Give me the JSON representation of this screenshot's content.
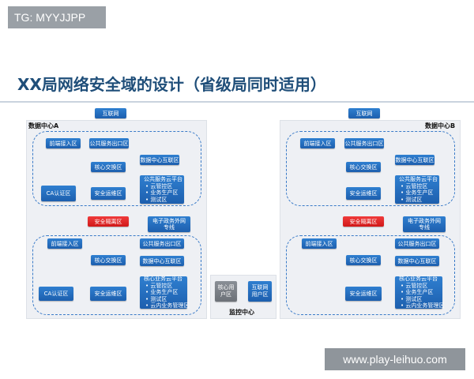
{
  "tag_label": "TG: MYYJJPP",
  "title": "XX局网络安全域的设计（省级局同时适用）",
  "internet_label": "互联网",
  "left": {
    "name": "数据中心A",
    "top_zone": {
      "front": "前端接入区",
      "public_exit": "公共服务出口区",
      "core_switch": "核心交换区",
      "dc_interconnect": "数据中心互联区",
      "ca": "CA认证区",
      "security_ops": "安全运维区",
      "cloud_title": "公共服务云平台",
      "cloud_items": [
        "云管控区",
        "业务生产区",
        "测试区"
      ]
    },
    "isolation": "安全隔离区",
    "egov_line1": "电子政务外网",
    "egov_line2": "专线",
    "bottom_zone": {
      "front": "前端接入区",
      "public_exit": "公共服务出口区",
      "core_switch": "核心交换区",
      "dc_interconnect": "数据中心互联区",
      "ca": "CA认证区",
      "security_ops": "安全运维区",
      "cloud_title": "核心业务云平台",
      "cloud_items": [
        "云管控区",
        "业务生产区",
        "测试区",
        "云内业务管理区"
      ]
    }
  },
  "right": {
    "name": "数据中心B",
    "top_zone": {
      "front": "前端接入区",
      "public_exit": "公共服务出口区",
      "core_switch": "核心交换区",
      "dc_interconnect": "数据中心互联区",
      "security_ops": "安全运维区",
      "cloud_title": "公共服务云平台",
      "cloud_items": [
        "云管控区",
        "业务生产区",
        "测试区"
      ]
    },
    "isolation": "安全隔离区",
    "egov_line1": "电子政务外网",
    "egov_line2": "专线",
    "bottom_zone": {
      "front": "前端接入区",
      "public_exit": "公共服务出口区",
      "core_switch": "核心交换区",
      "dc_interconnect": "数据中心互联区",
      "security_ops": "安全运维区",
      "cloud_title": "核心业务云平台",
      "cloud_items": [
        "云管控区",
        "业务生产区",
        "测试区",
        "云内业务管理区"
      ]
    }
  },
  "monitor": {
    "name": "监控中心",
    "core_user_line1": "核心用",
    "core_user_line2": "户区",
    "internet_user_line1": "互联网",
    "internet_user_line2": "用户区"
  },
  "watermark": "www.play-leihuo.com"
}
